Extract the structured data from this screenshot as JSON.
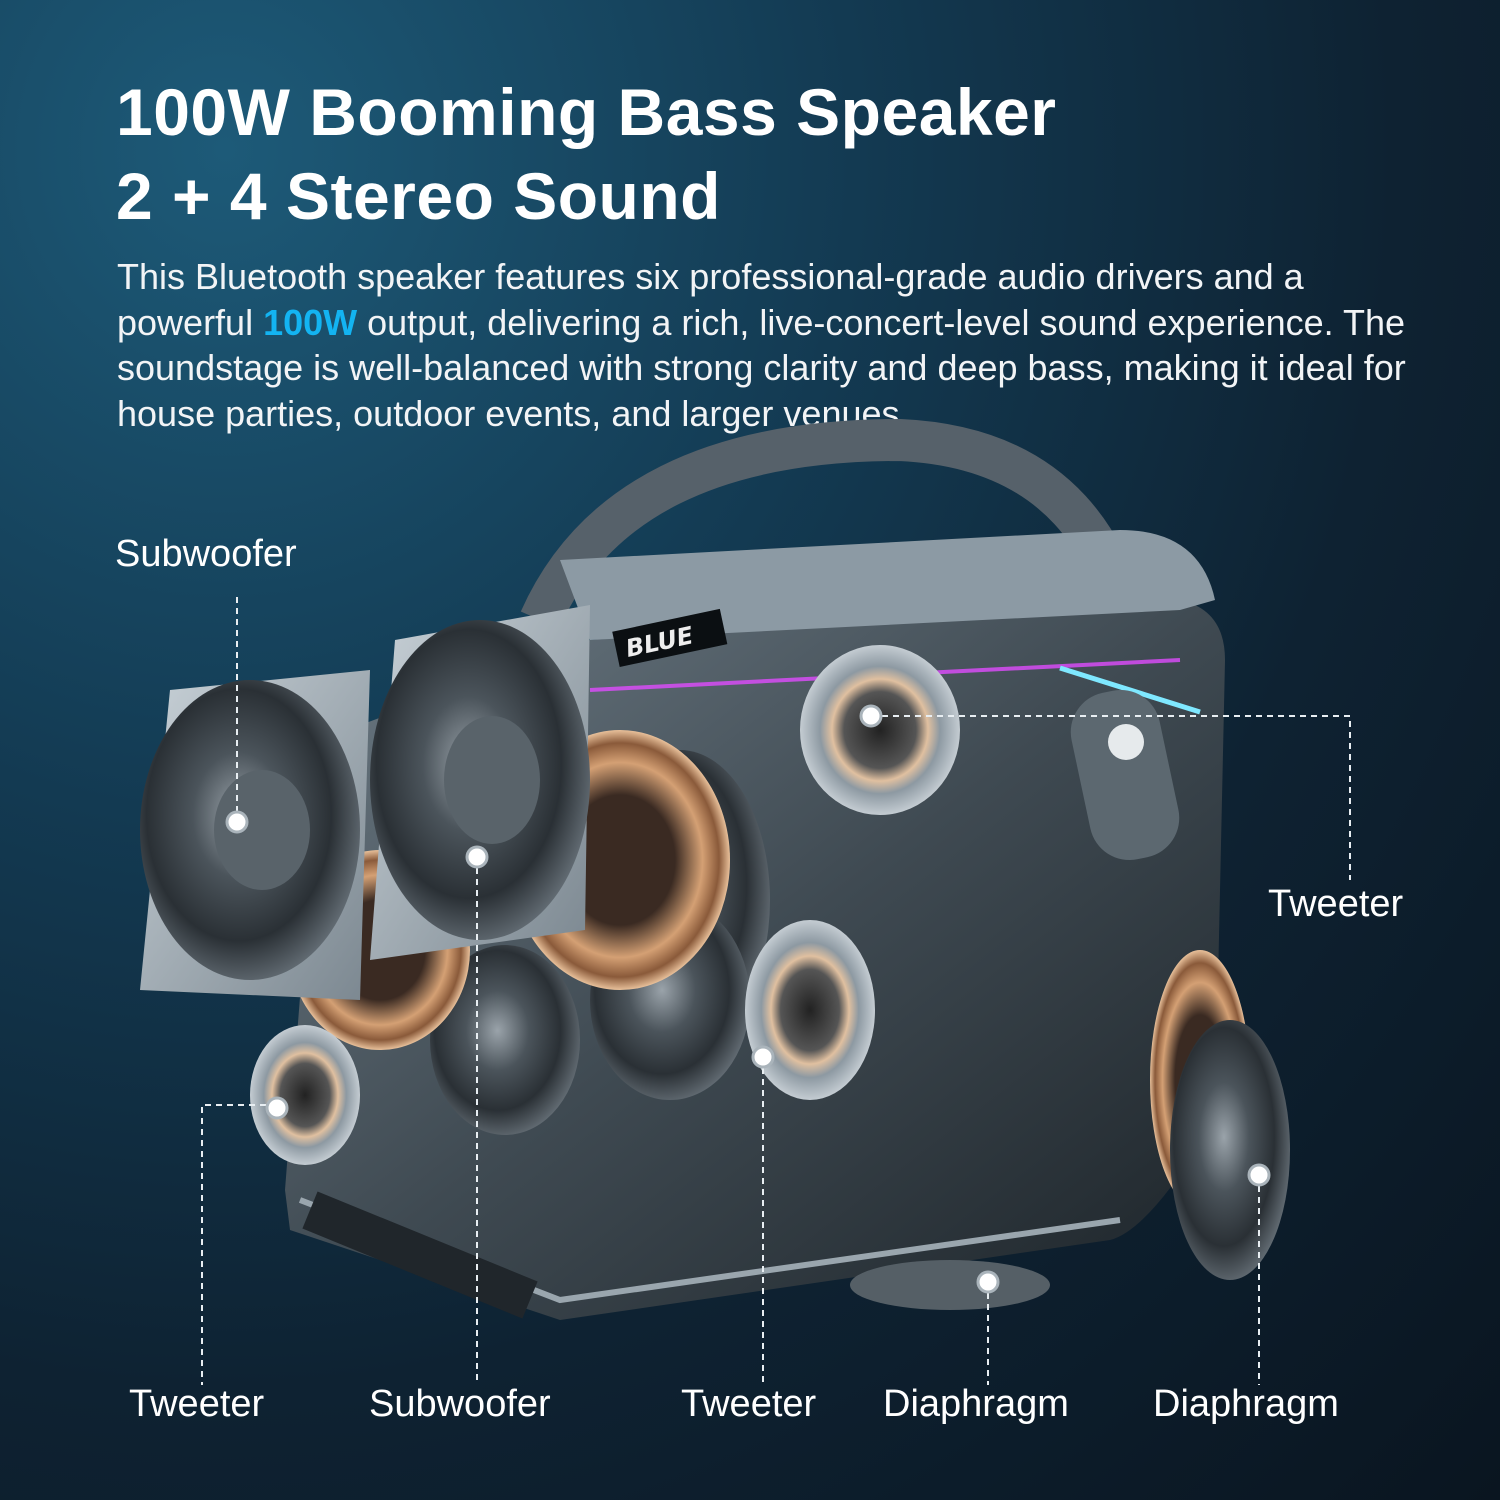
{
  "header": {
    "title_line1": "100W Booming Bass Speaker",
    "title_line2": "2 + 4 Stereo Sound"
  },
  "description": {
    "before_highlight": "This Bluetooth speaker features six professional-grade audio drivers and a powerful ",
    "highlight": "100W",
    "after_highlight": " output, delivering a rich, live-concert-level sound experience. The soundstage is well-balanced with strong clarity and deep bass, making it ideal for house parties, outdoor events, and larger venues."
  },
  "product": {
    "display_text": "BLUE"
  },
  "callouts": {
    "subwoofer_top": "Subwoofer",
    "tweeter_right": "Tweeter",
    "tweeter_bottom_left": "Tweeter",
    "subwoofer_bottom": "Subwoofer",
    "tweeter_bottom_center": "Tweeter",
    "diaphragm_center": "Diaphragm",
    "diaphragm_right": "Diaphragm"
  },
  "colors": {
    "highlight": "#13b4f2",
    "background": "#0e2232",
    "led_cyan": "#7fe8ff",
    "led_magenta": "#e04cff"
  }
}
